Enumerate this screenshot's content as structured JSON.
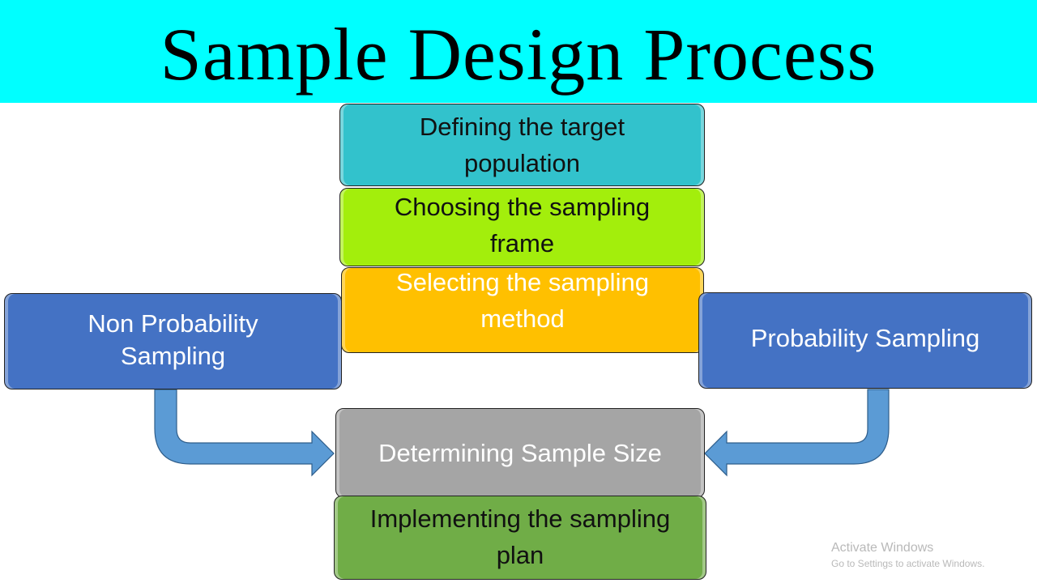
{
  "title": "Sample Design Process",
  "colors": {
    "banner": "#00ffff",
    "step1": "#32c2cc",
    "step2": "#a3ee0c",
    "step3": "#ffc000",
    "side_boxes": "#4472c4",
    "step4": "#a5a5a5",
    "step5": "#70ad47",
    "arrows": "#5b9bd5"
  },
  "steps": [
    {
      "id": "step1",
      "lines": [
        "Defining the target",
        "population"
      ]
    },
    {
      "id": "step2",
      "lines": [
        "Choosing the sampling",
        "frame"
      ]
    },
    {
      "id": "step3",
      "lines": [
        "Selecting the sampling",
        "method"
      ]
    },
    {
      "id": "step4",
      "lines": [
        "Determining Sample Size"
      ]
    },
    {
      "id": "step5",
      "lines": [
        "Implementing the sampling",
        "plan"
      ]
    }
  ],
  "branches": {
    "left": {
      "lines": [
        "Non Probability",
        "Sampling"
      ]
    },
    "right": {
      "lines": [
        "Probability Sampling"
      ]
    }
  },
  "watermark": {
    "title": "Activate Windows",
    "subtitle": "Go to Settings to activate Windows."
  }
}
